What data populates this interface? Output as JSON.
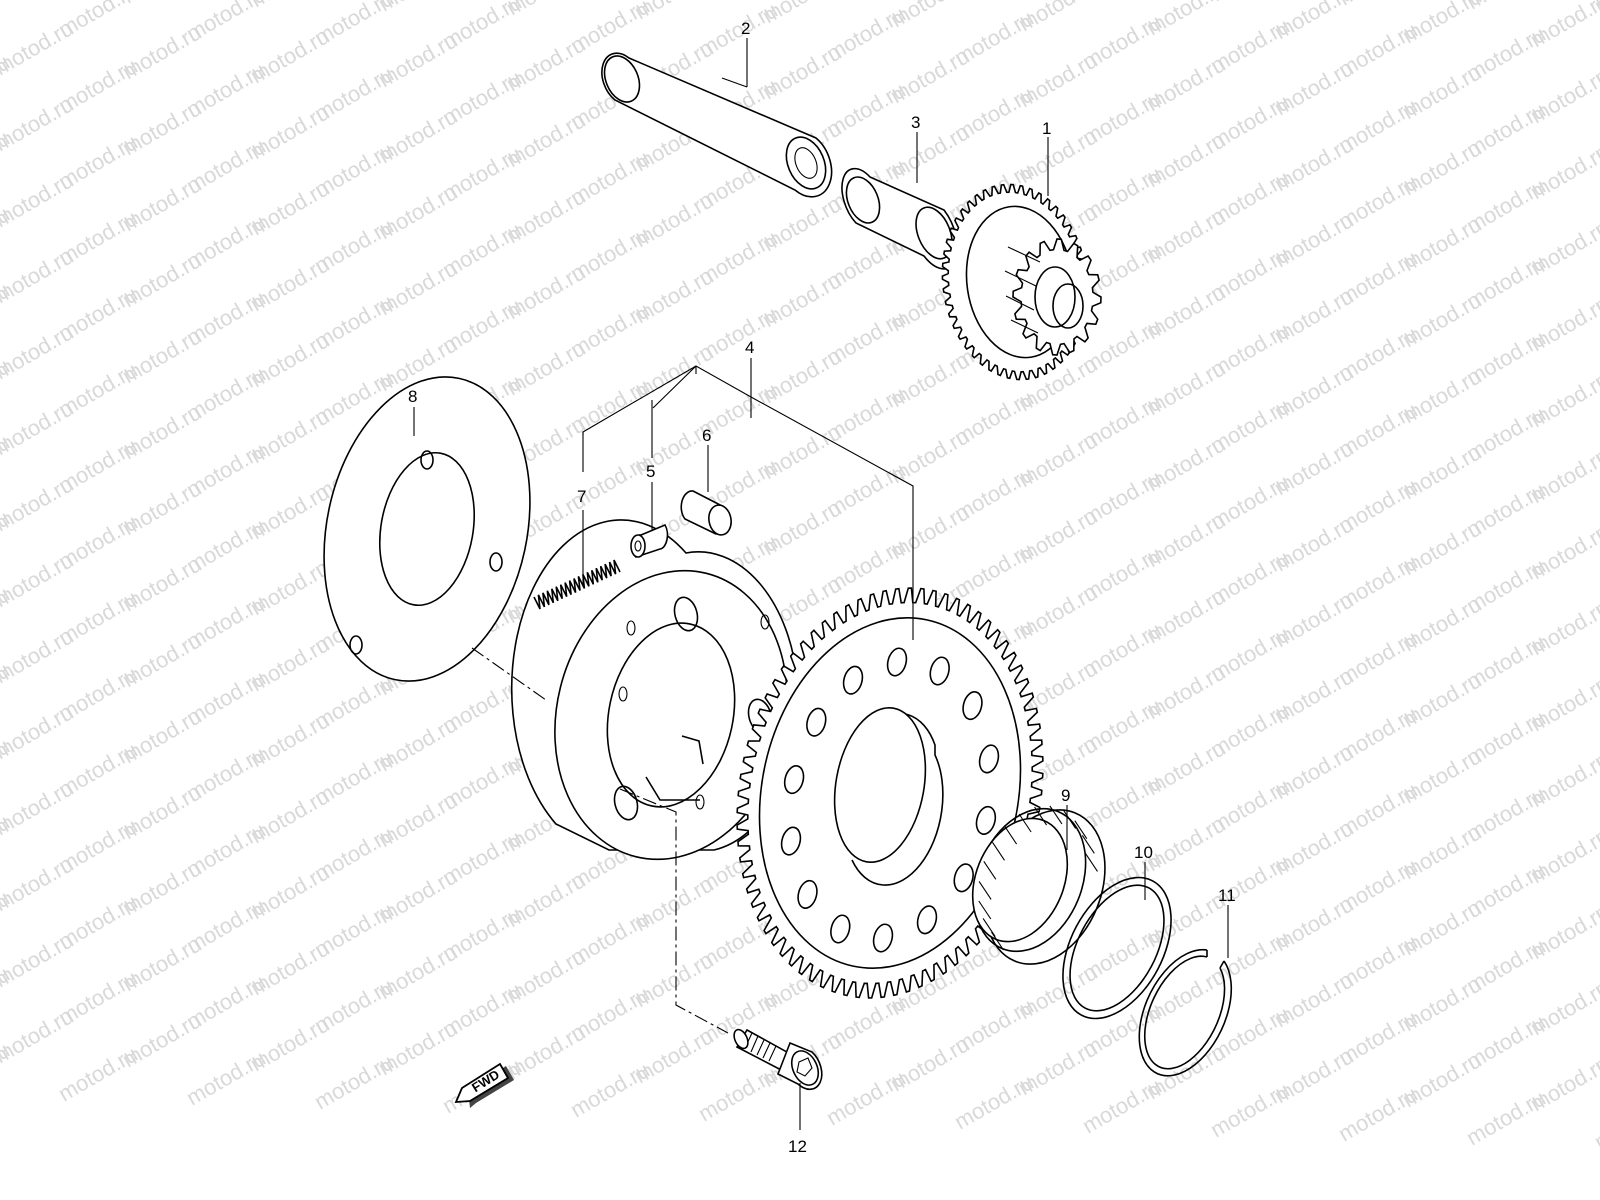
{
  "diagram": {
    "type": "exploded parts diagram",
    "watermark_text": "motod.ru",
    "direction_badge": "FWD",
    "colors": {
      "line": "#000000",
      "background": "#ffffff",
      "watermark": "#d9d9d9"
    },
    "callouts": [
      {
        "key": "p1",
        "label": "1"
      },
      {
        "key": "p2",
        "label": "2"
      },
      {
        "key": "p3",
        "label": "3"
      },
      {
        "key": "p4",
        "label": "4"
      },
      {
        "key": "p5",
        "label": "5"
      },
      {
        "key": "p6",
        "label": "6"
      },
      {
        "key": "p7",
        "label": "7"
      },
      {
        "key": "p8",
        "label": "8"
      },
      {
        "key": "p9",
        "label": "9"
      },
      {
        "key": "p10",
        "label": "10"
      },
      {
        "key": "p11",
        "label": "11"
      },
      {
        "key": "p12",
        "label": "12"
      }
    ]
  }
}
